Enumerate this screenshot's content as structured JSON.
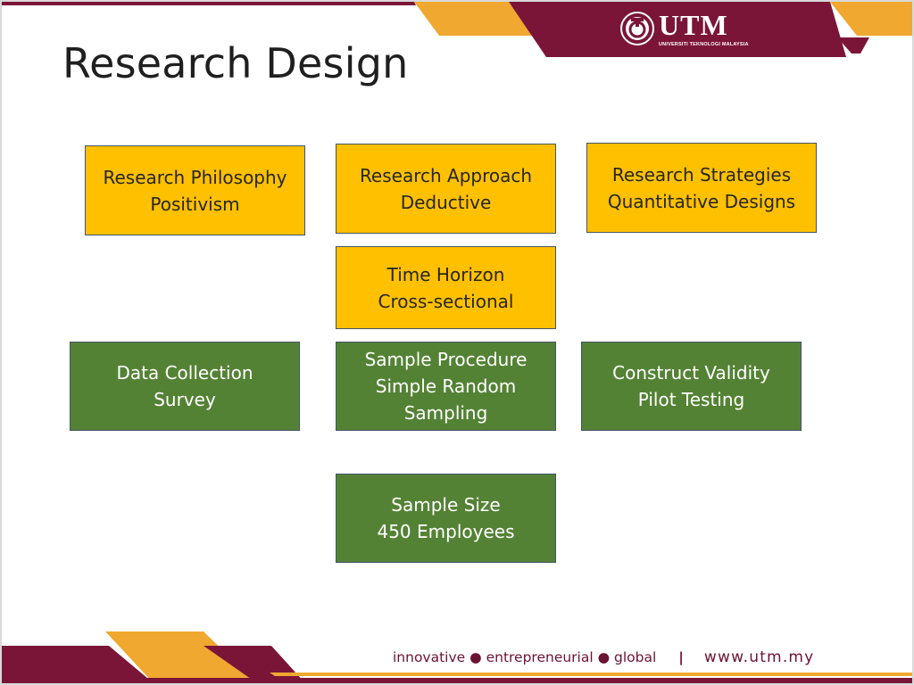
{
  "slide": {
    "title": "Research Design"
  },
  "logo": {
    "name": "UTM",
    "subtitle": "UNIVERSITI TEKNOLOGI MALAYSIA"
  },
  "boxes": {
    "philosophy": {
      "line1": "Research Philosophy",
      "line2": "Positivism"
    },
    "approach": {
      "line1": "Research Approach",
      "line2": "Deductive"
    },
    "strategies": {
      "line1": "Research Strategies",
      "line2": "Quantitative Designs"
    },
    "time_horizon": {
      "line1": "Time Horizon",
      "line2": "Cross-sectional"
    },
    "data_collection": {
      "line1": "Data Collection",
      "line2": "Survey"
    },
    "sample_procedure": {
      "line1": "Sample Procedure",
      "line2": "Simple Random",
      "line3": "Sampling"
    },
    "construct_validity": {
      "line1": "Construct Validity",
      "line2": "Pilot Testing"
    },
    "sample_size": {
      "line1": "Sample Size",
      "line2": "450 Employees"
    }
  },
  "footer": {
    "tagline": "innovative ● entrepreneurial ● global",
    "separator": "|",
    "url": "www.utm.my"
  },
  "colors": {
    "maroon": "#7b1538",
    "gold": "#ffc000",
    "orange_band": "#f0a830",
    "green": "#548235",
    "box_border": "#44546a"
  }
}
